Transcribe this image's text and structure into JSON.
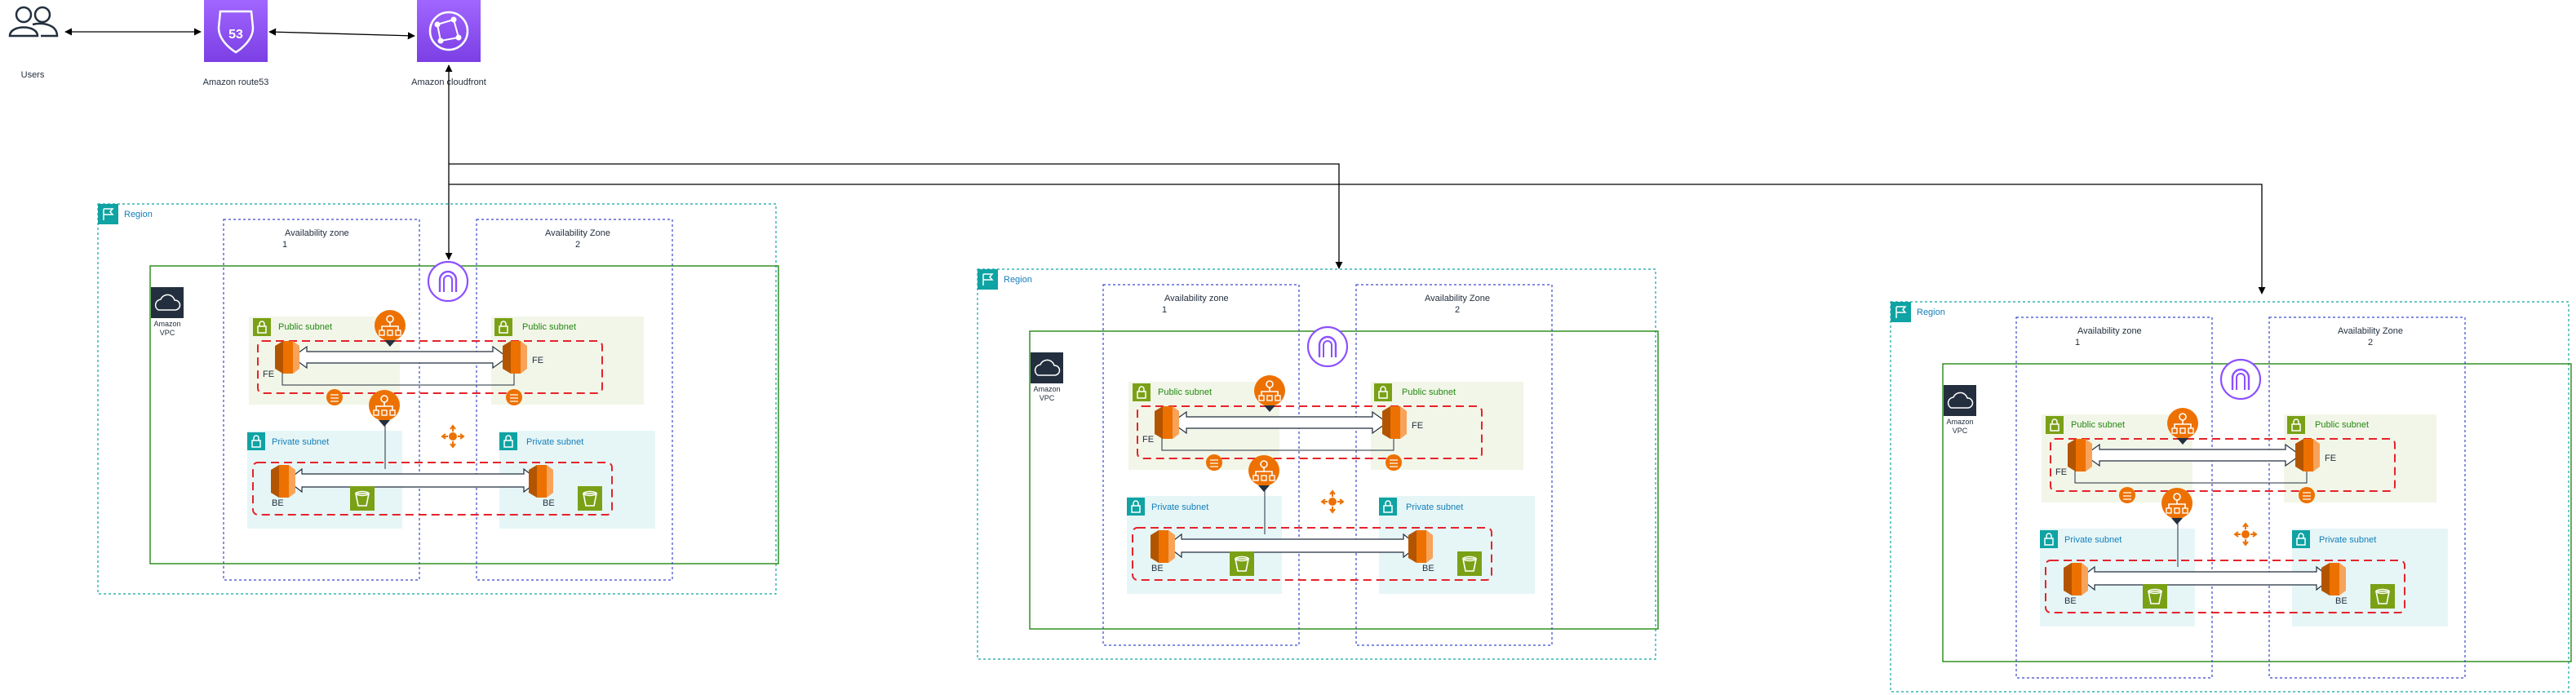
{
  "top": {
    "users_label": "Users",
    "route53_label": "Amazon route53",
    "cloudfront_label": "Amazon cloudfront"
  },
  "labels": {
    "region": "Region",
    "az1_line1": "Availability zone",
    "az1_line2": "1",
    "az2_line1": "Availability Zone",
    "az2_line2": "2",
    "vpc_line1": "Amazon",
    "vpc_line2": "VPC",
    "public_subnet": "Public subnet",
    "private_subnet": "Private subnet",
    "fe": "FE",
    "be": "BE"
  },
  "colors": {
    "region_border": "#0fa3a3",
    "region_label": "#147eba",
    "az_border": "#3b48cc",
    "vpc_border": "#248814",
    "public_fill": "#f2f6e8",
    "public_label": "#248814",
    "private_fill": "#e6f6f7",
    "private_label": "#147eba",
    "orange": "#ed7100",
    "green": "#7aa116",
    "purple": "#8c4fff",
    "red_dash": "#e5232b"
  },
  "icons": [
    "users-icon",
    "route53-icon",
    "cloudfront-icon",
    "region-flag-icon",
    "vpc-icon",
    "lock-icon",
    "load-balancer-icon",
    "nat-gateway-icon",
    "ec2-instance-icon",
    "s3-bucket-icon",
    "internet-gateway-icon",
    "endpoint-icon"
  ]
}
